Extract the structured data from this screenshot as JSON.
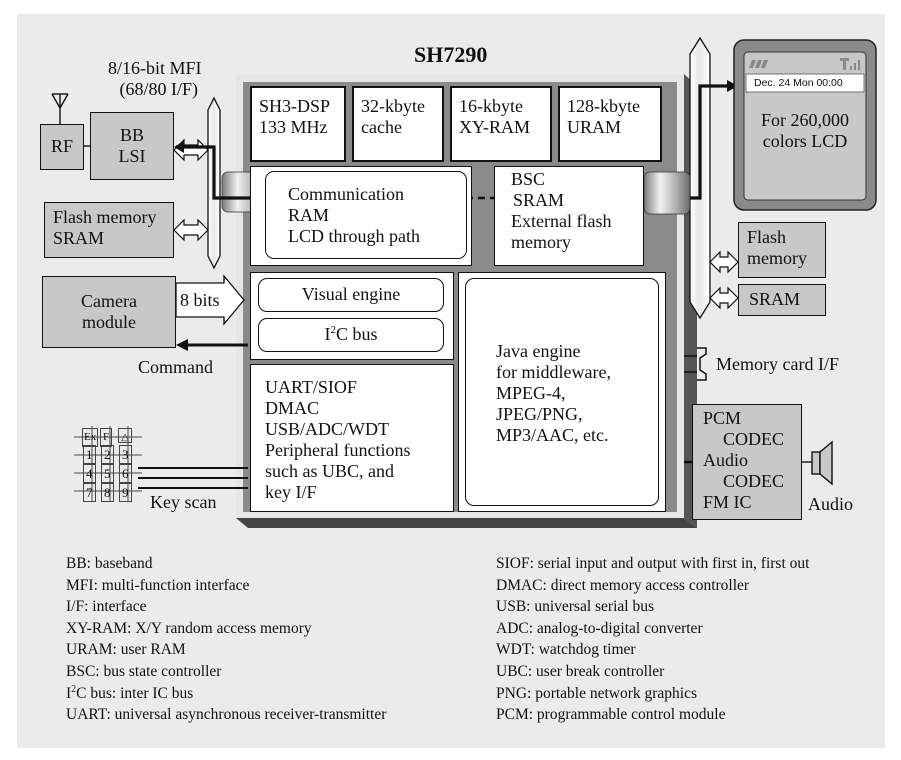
{
  "chip": {
    "title": "SH7290",
    "cpu": [
      "SH3-DSP",
      "133 MHz"
    ],
    "cache": [
      "32-kbyte",
      "cache"
    ],
    "xyram": [
      "16-kbyte",
      "XY-RAM"
    ],
    "uram": [
      "128-kbyte",
      "URAM"
    ],
    "comm": [
      "Communication",
      "RAM",
      "LCD through path"
    ],
    "bsc": [
      "BSC",
      "SRAM",
      "External flash",
      "memory"
    ],
    "visual": "Visual engine",
    "i2c_prefix": "I",
    "i2c_sup": "2",
    "i2c_suffix": "C bus",
    "periph": [
      "UART/SIOF",
      "DMAC",
      "USB/ADC/WDT",
      "Peripheral functions",
      "such as UBC, and",
      "key I/F"
    ],
    "java": [
      "Java engine",
      "for middleware,",
      "MPEG-4,",
      "JPEG/PNG,",
      "MP3/AAC, etc."
    ]
  },
  "external": {
    "mfi": [
      "8/16-bit MFI",
      "(68/80 I/F)"
    ],
    "rf": "RF",
    "bb": [
      "BB",
      "LSI"
    ],
    "flash_left": [
      "Flash memory",
      "SRAM"
    ],
    "camera": [
      "Camera",
      "module"
    ],
    "eight_bits": "8 bits",
    "command": "Command",
    "keypad": [
      "Ex",
      "F",
      "1",
      "2",
      "3",
      "4",
      "5",
      "6",
      "7",
      "8",
      "9"
    ],
    "key_scan": "Key scan",
    "phone_date": "Dec. 24  Mon 00:00",
    "phone_lcd": [
      "For 260,000",
      "colors LCD"
    ],
    "flash_right": [
      "Flash",
      "memory"
    ],
    "sram_right": "SRAM",
    "memcard": "Memory card I/F",
    "audio_box": [
      "PCM",
      "CODEC",
      "Audio",
      "CODEC",
      "FM IC"
    ],
    "audio": "Audio"
  },
  "legend_left": [
    "BB: baseband",
    "MFI: multi-function interface",
    "I/F: interface",
    "XY-RAM: X/Y random access memory",
    "URAM: user RAM",
    "BSC: bus state controller",
    "C bus: inter IC bus",
    "UART: universal asynchronous receiver-transmitter"
  ],
  "legend_i2c_prefix": "I",
  "legend_i2c_sup": "2",
  "legend_right": [
    "SIOF: serial input and output with first in, first out",
    "DMAC: direct memory access controller",
    "USB: universal serial bus",
    "ADC: analog-to-digital converter",
    "WDT: watchdog timer",
    "UBC: user break controller",
    "PNG: portable network graphics",
    "PCM: programmable control module"
  ],
  "colors": {
    "panel": "#ebebeb",
    "chip_face": "#8a8a8a",
    "block_gray": "#c8c8c8",
    "wire": "#111111"
  }
}
